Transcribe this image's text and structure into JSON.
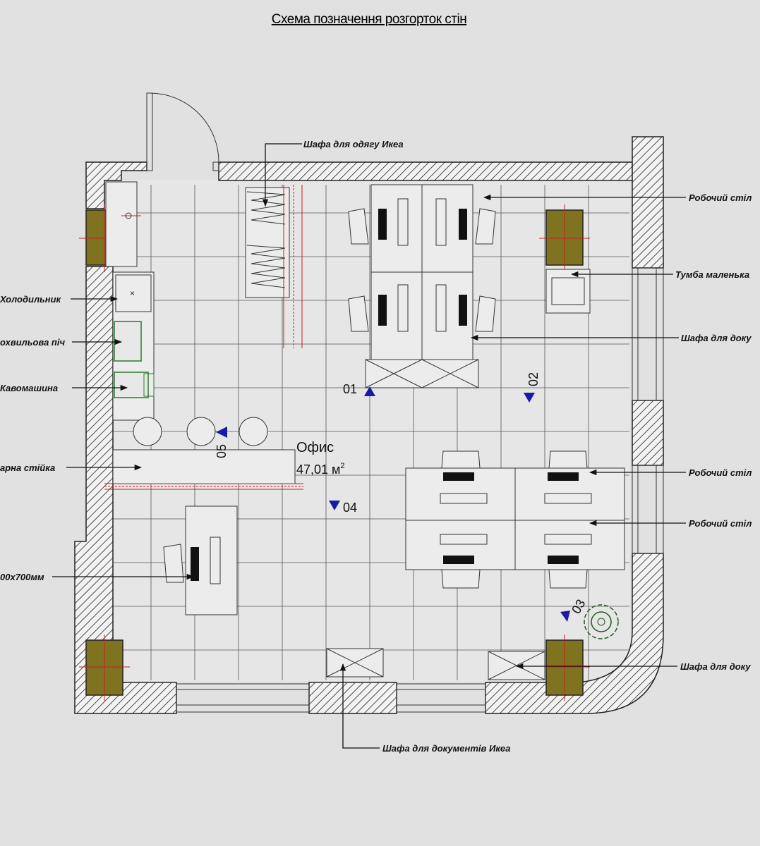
{
  "title": "Схема позначення розгорток стін",
  "room": {
    "name": "Офис",
    "area": "47,01 м",
    "area_sup": "2"
  },
  "viewpoints": [
    "01",
    "02",
    "03",
    "04",
    "05"
  ],
  "labels": {
    "wardrobe": "Шафа для одягу Икеа",
    "desk_top": "Робочий стіл",
    "cabinet_small": "Тумба маленька",
    "doc_shelf_right": "Шафа для доку",
    "fridge": "Холодильник",
    "microwave": "охвильова піч",
    "coffee": "Кавомашина",
    "bar": "арна стійка",
    "desk_mid1": "Робочий стіл",
    "desk_mid2": "Робочий стіл",
    "desk_size": "00х700мм",
    "doc_shelf_right2": "Шафа для доку",
    "doc_shelf_bottom": "Шафа для документів Икеа"
  },
  "colors": {
    "column": "#807320",
    "marker": "#1a1aa6",
    "red_line": "#c42020",
    "background": "#e1e1e1"
  }
}
